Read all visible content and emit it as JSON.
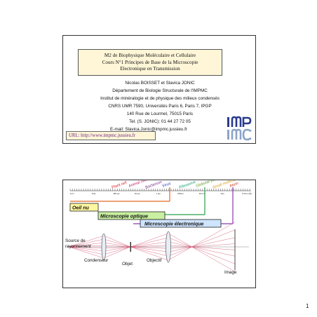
{
  "slide1": {
    "title_lines": [
      "M2 de Biophysique Moléculaire et Cellulaire",
      "Cours N°1 Principes de Base de la Microscopie",
      "Electronique en Transmission"
    ],
    "info_lines": [
      "Nicolas BOISSET et Slavica JONIC",
      "Département de Biologie Structurale de l'IMPMC",
      "Institut de minéralogie et de physique des milieux condensés",
      "CNRS UMR 7590, Universités Paris 6, Paris 7, IPGP",
      "140 Rue de Lourmel, 75015 Paris",
      "Tel. (S. JONIC): 01 44 27 72 05",
      "E-mail: Slavica.Jonic@impmc.jussieu.fr"
    ],
    "url": "URL: http://www.impmc.jussieu.fr",
    "logo_text": "IMPMC"
  },
  "slide2": {
    "scale_objects": [
      {
        "label": "Plant cell",
        "color": "#d8202a"
      },
      {
        "label": "Animal cell",
        "color": "#c0206a"
      },
      {
        "label": "Bacterium",
        "color": "#7a2a8a"
      },
      {
        "label": "Virus",
        "color": "#2a3ab8"
      },
      {
        "label": "Ribosome",
        "color": "#18a070"
      },
      {
        "label": "Globular protein",
        "color": "#5a9a20"
      },
      {
        "label": "Small molecule",
        "color": "#d89a10"
      },
      {
        "label": "Atom",
        "color": "#d0301a"
      }
    ],
    "scale_ticks": [
      "1cm",
      "1mm",
      "100 µm",
      "10 µm",
      "1 µm",
      "100nm",
      "10 nm",
      "1nm",
      "0.1nm (1Å)"
    ],
    "ranges": [
      {
        "label": "Oeil nu",
        "color": "#e06a20"
      },
      {
        "label": "Microscopie optique",
        "color": "#28a048"
      },
      {
        "label": "Microscopie électronique",
        "color": "#8a3ab0"
      }
    ],
    "optics_labels": {
      "source": "Source de rayonnement",
      "condenser": "Condenseur",
      "object": "Objet",
      "objective": "Objectif",
      "image": "Image"
    }
  },
  "page_number": "1"
}
